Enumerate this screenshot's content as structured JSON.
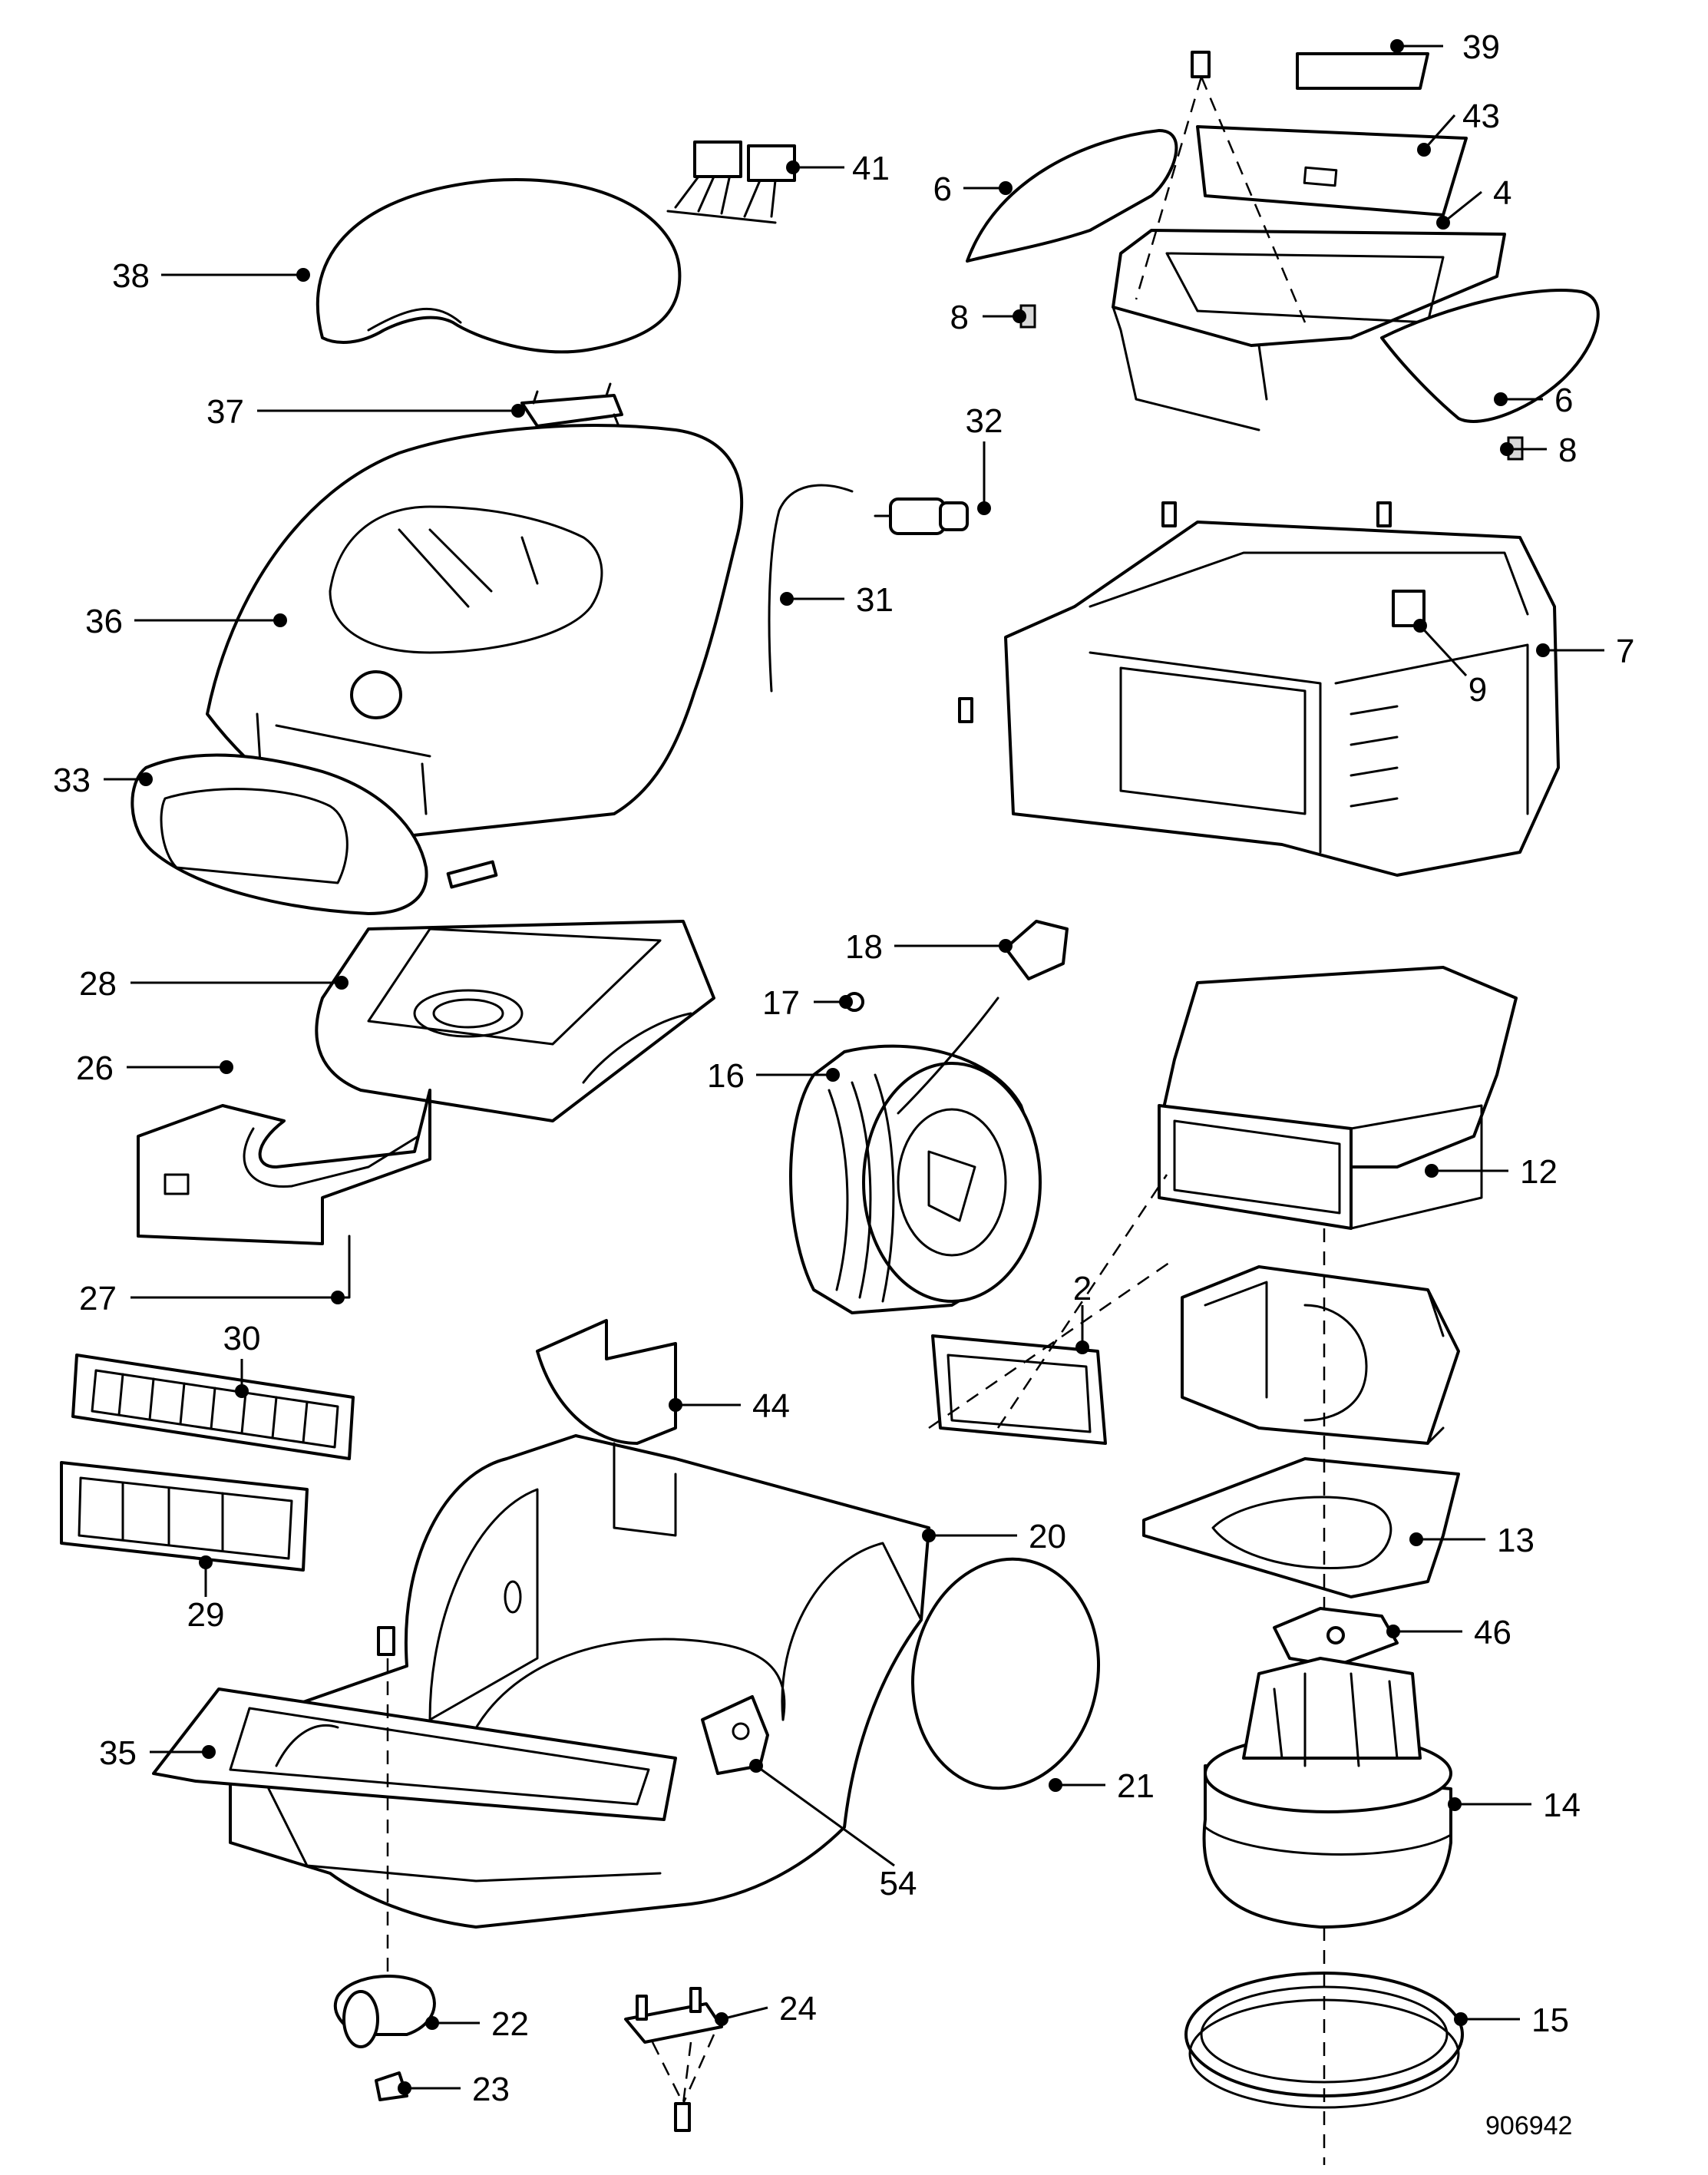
{
  "drawing_number": "906942",
  "callouts": [
    {
      "id": "c39",
      "label": "39"
    },
    {
      "id": "c43",
      "label": "43"
    },
    {
      "id": "c41",
      "label": "41"
    },
    {
      "id": "c6a",
      "label": "6"
    },
    {
      "id": "c4",
      "label": "4"
    },
    {
      "id": "c38",
      "label": "38"
    },
    {
      "id": "c8a",
      "label": "8"
    },
    {
      "id": "c6b",
      "label": "6"
    },
    {
      "id": "c8b",
      "label": "8"
    },
    {
      "id": "c37",
      "label": "37"
    },
    {
      "id": "c32",
      "label": "32"
    },
    {
      "id": "c31",
      "label": "31"
    },
    {
      "id": "c36",
      "label": "36"
    },
    {
      "id": "c7",
      "label": "7"
    },
    {
      "id": "c9",
      "label": "9"
    },
    {
      "id": "c33",
      "label": "33"
    },
    {
      "id": "c18",
      "label": "18"
    },
    {
      "id": "c28",
      "label": "28"
    },
    {
      "id": "c17",
      "label": "17"
    },
    {
      "id": "c26",
      "label": "26"
    },
    {
      "id": "c16",
      "label": "16"
    },
    {
      "id": "c12",
      "label": "12"
    },
    {
      "id": "c27",
      "label": "27"
    },
    {
      "id": "c2",
      "label": "2"
    },
    {
      "id": "c30",
      "label": "30"
    },
    {
      "id": "c44",
      "label": "44"
    },
    {
      "id": "c20",
      "label": "20"
    },
    {
      "id": "c13",
      "label": "13"
    },
    {
      "id": "c29",
      "label": "29"
    },
    {
      "id": "c46",
      "label": "46"
    },
    {
      "id": "c35",
      "label": "35"
    },
    {
      "id": "c14",
      "label": "14"
    },
    {
      "id": "c21",
      "label": "21"
    },
    {
      "id": "c54",
      "label": "54"
    },
    {
      "id": "c24",
      "label": "24"
    },
    {
      "id": "c22",
      "label": "22"
    },
    {
      "id": "c15",
      "label": "15"
    },
    {
      "id": "c23",
      "label": "23"
    }
  ]
}
